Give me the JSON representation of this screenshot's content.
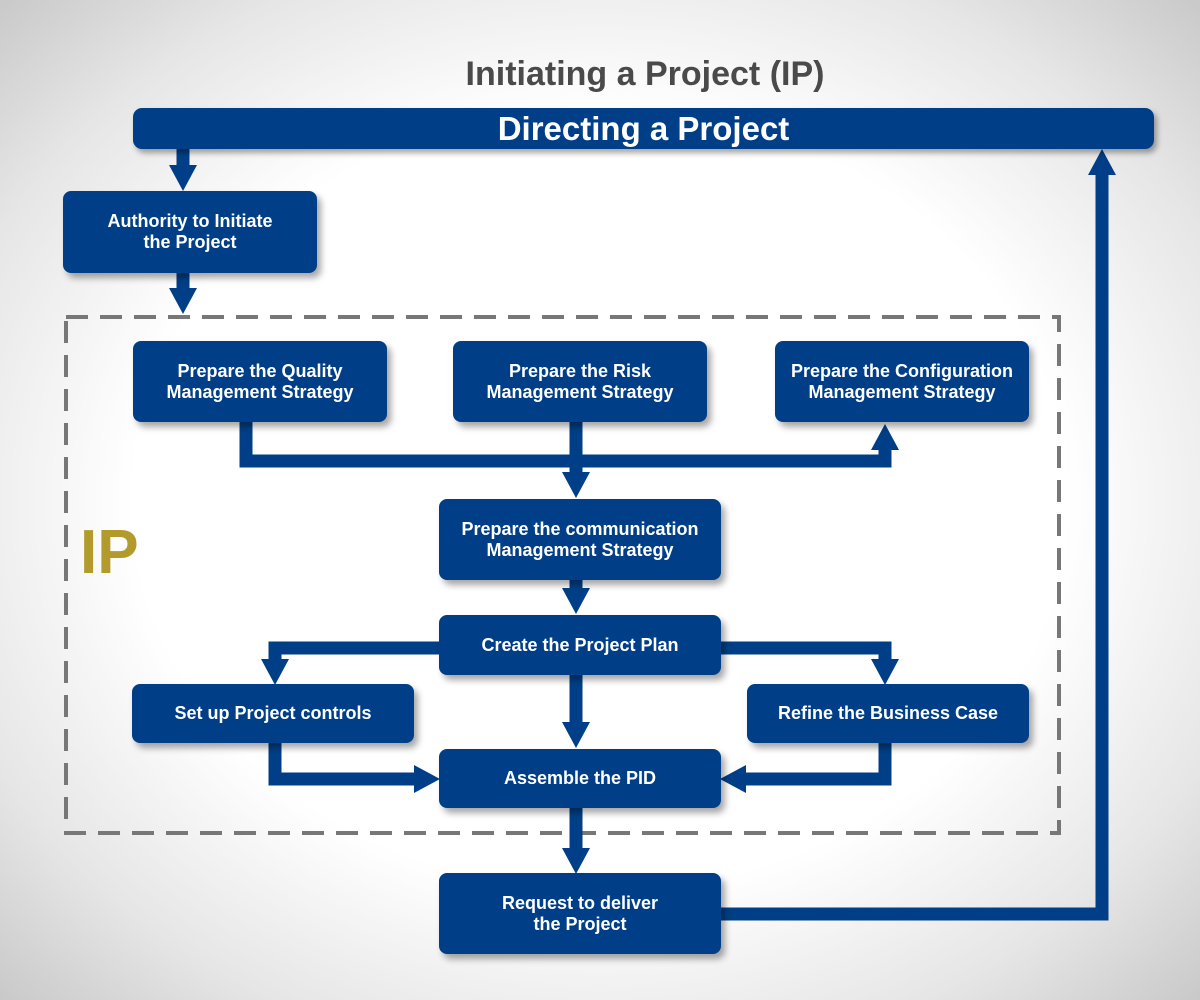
{
  "title": "Initiating a Project (IP)",
  "banner": "Directing a Project",
  "region_label": "IP",
  "colors": {
    "box": "#003f87",
    "arrow": "#003f87",
    "dashed_border": "#777777",
    "region_label": "#b39a2c",
    "title_text": "#4a4a4a"
  },
  "steps": {
    "authority": "Authority to Initiate\nthe Project",
    "quality": "Prepare the Quality\nManagement Strategy",
    "risk": "Prepare the Risk\nManagement Strategy",
    "configuration": "Prepare the Configuration\nManagement Strategy",
    "communication": "Prepare the communication\nManagement Strategy",
    "project_plan": "Create the Project Plan",
    "controls": "Set up Project controls",
    "business_case": "Refine the Business Case",
    "pid": "Assemble the PID",
    "request": "Request to deliver\n the Project"
  }
}
